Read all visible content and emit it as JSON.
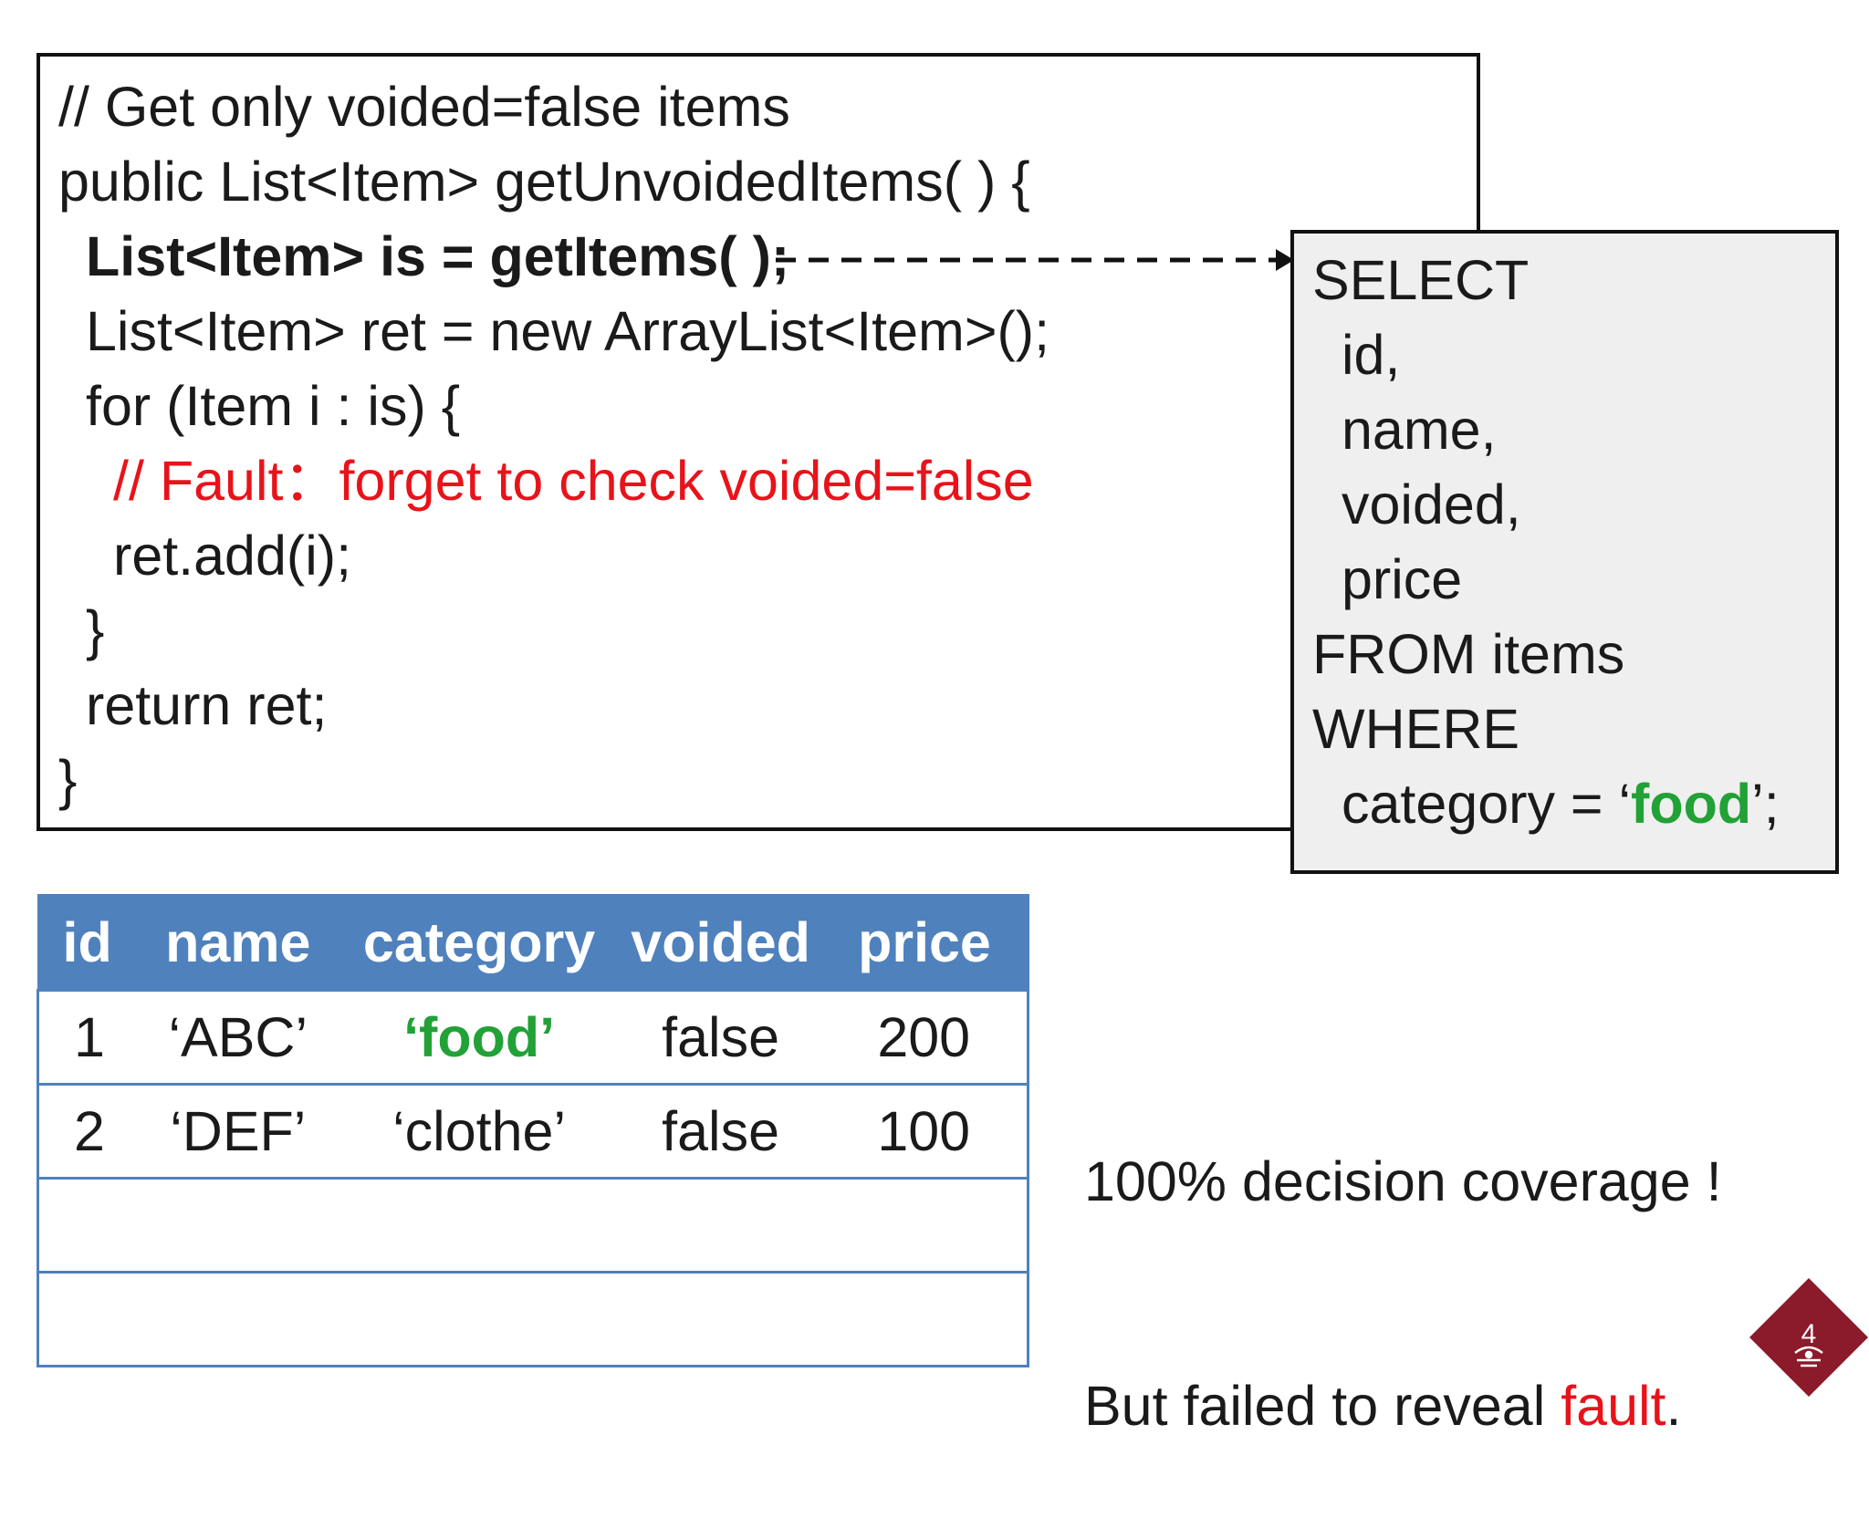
{
  "code": {
    "comment": "// Get only voided=false items",
    "signature": "public List<Item> getUnvoidedItems( ) {",
    "get_items": "List<Item> is = getItems( );",
    "new_list": "List<Item> ret = new ArrayList<Item>();",
    "for_loop": "for (Item i : is) {",
    "fault_comment": "// Fault：forget to check voided=false",
    "add": "ret.add(i);",
    "close_for": "}",
    "return": "return ret;",
    "close_method": "}"
  },
  "sql": {
    "select": "SELECT",
    "col1": "id,",
    "col2": "name,",
    "col3": "voided,",
    "col4": "price",
    "from": "FROM items",
    "where": "WHERE",
    "cond_prefix": "category = ‘",
    "cond_value": "food",
    "cond_suffix": "’;"
  },
  "table": {
    "headers": [
      "id",
      "name",
      "category",
      "voided",
      "price"
    ],
    "rows": [
      [
        "1",
        "‘ABC’",
        "‘food’",
        "false",
        "200"
      ],
      [
        "2",
        "‘DEF’",
        "‘clothe’",
        "false",
        "100"
      ],
      [
        "",
        "",
        "",
        "",
        ""
      ],
      [
        "",
        "",
        "",
        "",
        ""
      ]
    ]
  },
  "note": {
    "line1": "100% decision coverage !",
    "line2_prefix": "But failed to reveal ",
    "line2_fault": "fault",
    "line2_suffix": "."
  },
  "page_number": "4",
  "colors": {
    "fault_red": "#e8131a",
    "food_green": "#21a136",
    "table_blue": "#4f81bd",
    "badge_maroon": "#8b1a2b"
  }
}
